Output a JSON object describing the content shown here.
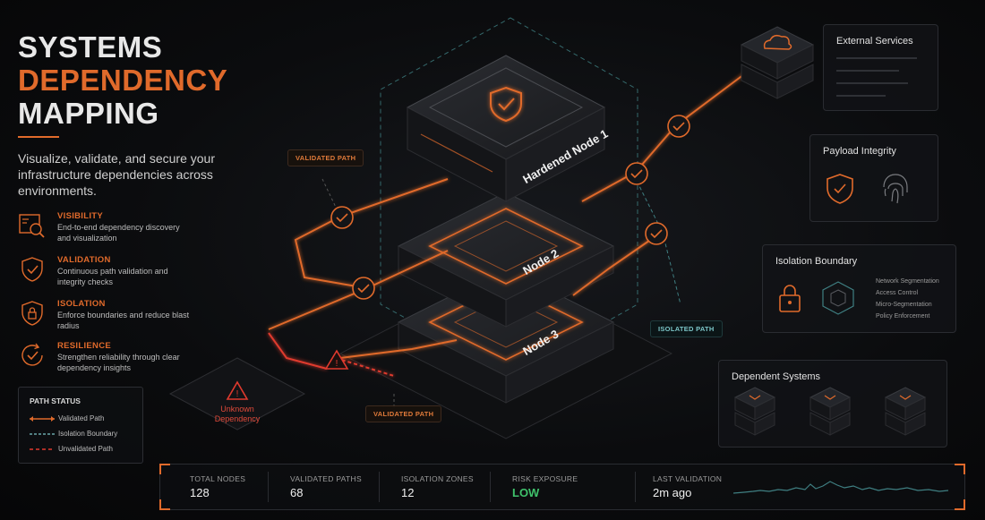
{
  "header": {
    "title_line1": "SYSTEMS",
    "title_line2": "DEPENDENCY",
    "title_line3": "MAPPING",
    "subtitle": "Visualize, validate, and secure your infrastructure dependencies across environments."
  },
  "features": [
    {
      "title": "VISIBILITY",
      "desc": "End-to-end dependency discovery and visualization",
      "icon": "visibility-icon"
    },
    {
      "title": "VALIDATION",
      "desc": "Continuous path validation and integrity checks",
      "icon": "shield-check-icon"
    },
    {
      "title": "ISOLATION",
      "desc": "Enforce boundaries and reduce blast radius",
      "icon": "shield-lock-icon"
    },
    {
      "title": "RESILIENCE",
      "desc": "Strengthen reliability through clear dependency insights",
      "icon": "refresh-check-icon"
    }
  ],
  "legend": {
    "title": "PATH STATUS",
    "items": [
      {
        "label": "Validated Path",
        "color": "#e06a2b"
      },
      {
        "label": "Isolation Boundary",
        "color": "#7cc6c8"
      },
      {
        "label": "Unvalidated Path",
        "color": "#e03a2e"
      }
    ]
  },
  "diagram": {
    "nodes": [
      "Hardened Node 1",
      "Node 2",
      "Node 3"
    ],
    "path_labels": {
      "validated_top": "VALIDATED PATH",
      "validated_bottom": "VALIDATED PATH",
      "isolated": "ISOLATED PATH"
    },
    "unknown": {
      "line1": "Unknown",
      "line2": "Dependency"
    }
  },
  "panels": {
    "external": {
      "title": "External Services"
    },
    "payload": {
      "title": "Payload Integrity"
    },
    "isolation": {
      "title": "Isolation Boundary",
      "items": [
        "Network Segmentation",
        "Access Control",
        "Micro-Segmentation",
        "Policy Enforcement"
      ]
    },
    "dependent": {
      "title": "Dependent Systems"
    }
  },
  "stats": [
    {
      "label": "TOTAL NODES",
      "value": "128"
    },
    {
      "label": "VALIDATED PATHS",
      "value": "68"
    },
    {
      "label": "ISOLATION ZONES",
      "value": "12"
    },
    {
      "label": "RISK EXPOSURE",
      "value": "LOW",
      "color": "#3fc16b"
    },
    {
      "label": "LAST VALIDATION",
      "value": "2m ago"
    }
  ],
  "colors": {
    "accent": "#e06a2b",
    "teal": "#7cc6c8",
    "danger": "#e03a2e",
    "ok": "#3fc16b"
  }
}
